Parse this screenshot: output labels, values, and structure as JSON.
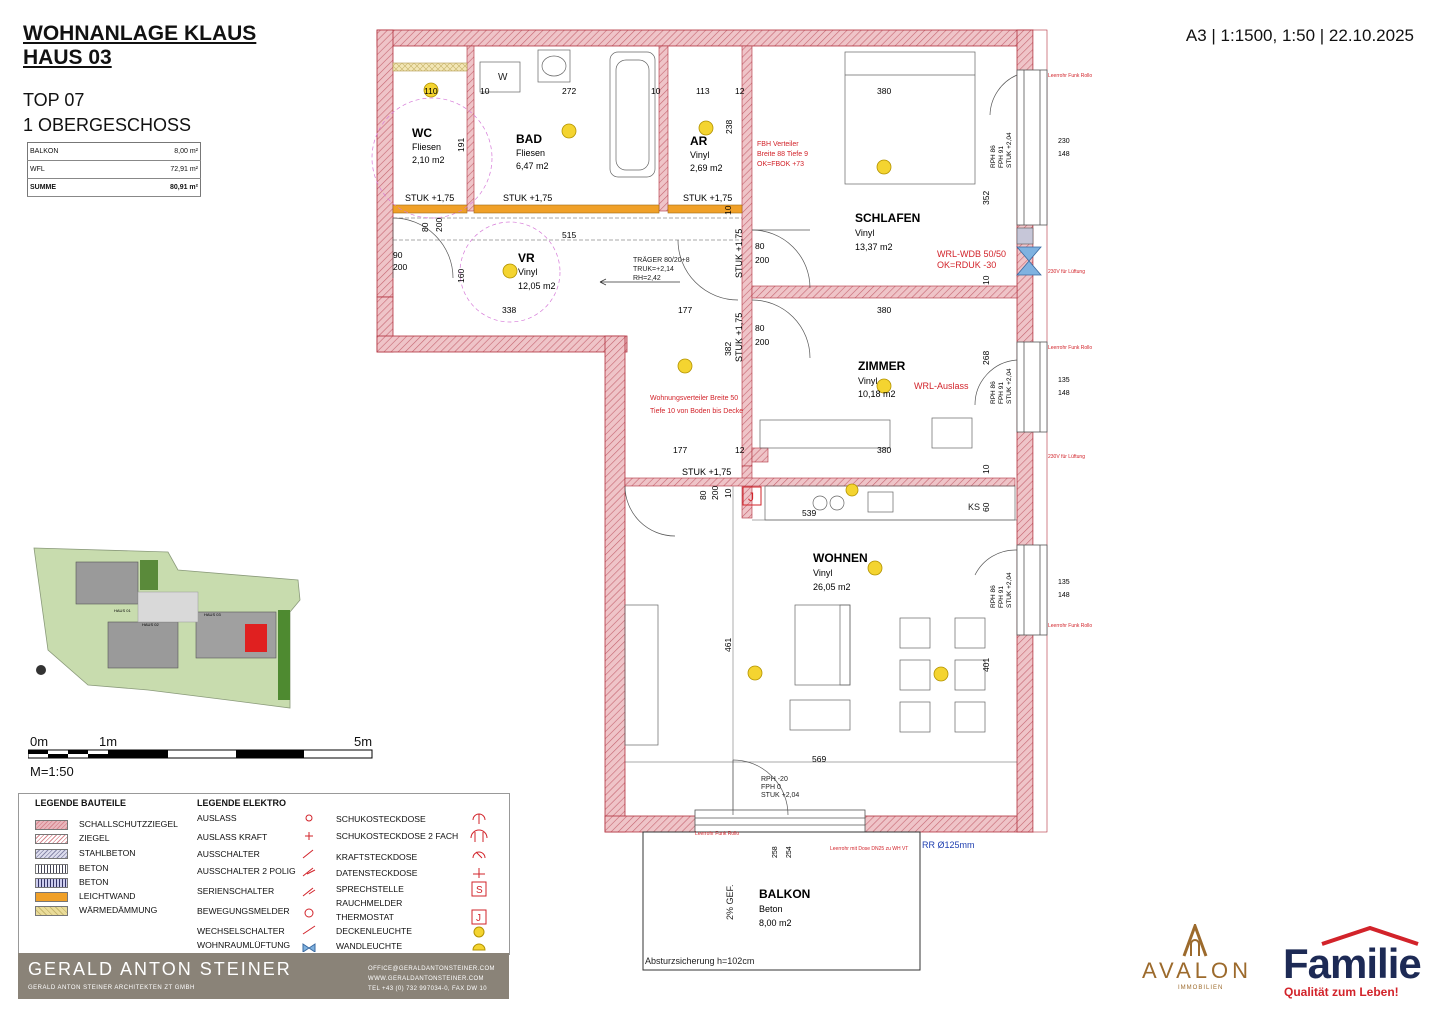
{
  "header": {
    "project_line1": "WOHNANLAGE KLAUS",
    "project_line2": "HAUS 03",
    "unit": "TOP 07",
    "floor": "1 OBERGESCHOSS",
    "meta": "A3 | 1:1500, 1:50 | 22.10.2025"
  },
  "areas": [
    {
      "label": "BALKON",
      "value": "8,00 m²"
    },
    {
      "label": "WFL",
      "value": "72,91 m²"
    },
    {
      "label": "SUMME",
      "value": "80,91 m²"
    }
  ],
  "siteplan": {
    "labels": [
      "HAUS 01",
      "HAUS 02",
      "HAUS 03"
    ]
  },
  "scale": {
    "ticks": [
      "0m",
      "1m",
      "5m"
    ],
    "ratio": "M=1:50"
  },
  "rooms": [
    {
      "name": "WC",
      "material": "Fliesen",
      "area": "2,10 m2"
    },
    {
      "name": "BAD",
      "material": "Fliesen",
      "area": "6,47 m2"
    },
    {
      "name": "AR",
      "material": "Vinyl",
      "area": "2,69 m2"
    },
    {
      "name": "SCHLAFEN",
      "material": "Vinyl",
      "area": "13,37 m2"
    },
    {
      "name": "VR",
      "material": "Vinyl",
      "area": "12,05 m2"
    },
    {
      "name": "ZIMMER",
      "material": "Vinyl",
      "area": "10,18 m2"
    },
    {
      "name": "WOHNEN",
      "material": "Vinyl",
      "area": "26,05 m2"
    },
    {
      "name": "BALKON",
      "material": "Beton",
      "area": "8,00 m2"
    }
  ],
  "dimensions": [
    "110",
    "10",
    "272",
    "10",
    "113",
    "12",
    "380",
    "191",
    "238",
    "352",
    "230",
    "148",
    "515",
    "80",
    "200",
    "90",
    "200",
    "160",
    "338",
    "177",
    "380",
    "382",
    "268",
    "135",
    "148",
    "177",
    "12",
    "380",
    "80",
    "200",
    "10",
    "539",
    "60",
    "461",
    "401",
    "569",
    "258",
    "254",
    "135",
    "148",
    "10",
    "10",
    "10",
    "80",
    "200",
    "80",
    "200"
  ],
  "stuk": [
    "STUK +1,75",
    "STUK +1,75",
    "STUK +1,75",
    "STUK +1,75",
    "STUK +1,75",
    "STUK +1,75"
  ],
  "window_notes": [
    {
      "l1": "RPH 86",
      "l2": "FPH 91",
      "l3": "STUK +2,04"
    },
    {
      "l1": "RPH 86",
      "l2": "FPH 91",
      "l3": "STUK +2,04"
    },
    {
      "l1": "RPH 86",
      "l2": "FPH 91",
      "l3": "STUK +2,04"
    }
  ],
  "annotations": {
    "fbh1": "FBH Verteiler",
    "fbh2": "Breite 88 Tiefe 9",
    "fbh3": "OK=FBOK +73",
    "wrl1": "WRL-WDB 50/50",
    "wrl2": "OK=RDUK -30",
    "wrl_auslass": "WRL-Auslass",
    "traeger1": "TRÄGER 80/20+8",
    "traeger2": "TRUK=+2,14",
    "traeger3": "RH=2,42",
    "wv1": "Wohnungsverteiler Breite 50",
    "wv2": "Tiefe 10 von Boden bis Decke",
    "leerrohr_rollo": "Leerrohr Funk Rollo",
    "luefter": "230V für Lüftung",
    "ks": "KS",
    "balkon_door1": "RPH -20",
    "balkon_door2": "FPH 0",
    "balkon_door3": "STUK +2,04",
    "rr": "RR Ø125mm",
    "leerrohr_dose": "Leerrohr mit Dose DN25 zu WH VT",
    "gefaelle": "2% GEF.",
    "absturz": "Absturzsicherung h=102cm",
    "w": "W",
    "j": "J"
  },
  "legend_bauteile": {
    "title": "LEGENDE BAUTEILE",
    "items": [
      "SCHALLSCHUTZZIEGEL",
      "ZIEGEL",
      "STAHLBETON",
      "BETON",
      "BETON",
      "LEICHTWAND",
      "WÄRMEDÄMMUNG"
    ]
  },
  "legend_elektro": {
    "title": "LEGENDE ELEKTRO",
    "col1": [
      "AUSLASS",
      "AUSLASS KRAFT",
      "AUSSCHALTER",
      "AUSSCHALTER 2 POLIG",
      "SERIENSCHALTER",
      "BEWEGUNGSMELDER",
      "WECHSELSCHALTER",
      "WOHNRAUMLÜFTUNG"
    ],
    "col2": [
      "SCHUKOSTECKDOSE",
      "SCHUKOSTECKDOSE 2 FACH",
      "KRAFTSTECKDOSE",
      "DATENSTECKDOSE",
      "SPRECHSTELLE",
      "RAUCHMELDER",
      "THERMOSTAT",
      "DECKENLEUCHTE",
      "WANDLEUCHTE"
    ]
  },
  "footer": {
    "architect": "GERALD ANTON STEINER",
    "firm": "GERALD ANTON STEINER ARCHITEKTEN ZT GMBH",
    "contact1": "OFFICE@GERALDANTONSTEINER.COM",
    "contact2": "WWW.GERALDANTONSTEINER.COM",
    "contact3": "TEL +43 (0) 732 997034-0, FAX DW 10"
  },
  "brands": {
    "avalon": "AVALON",
    "avalon_sub": "IMMOBILIEN",
    "familie": "Familie",
    "slogan": "Qualität zum Leben!"
  },
  "colors": {
    "wall": "#e9b7bd",
    "wall_line": "#b1303c",
    "light": "#f4d430",
    "annotation": "#d2232a",
    "insulation": "#eadc9a"
  }
}
